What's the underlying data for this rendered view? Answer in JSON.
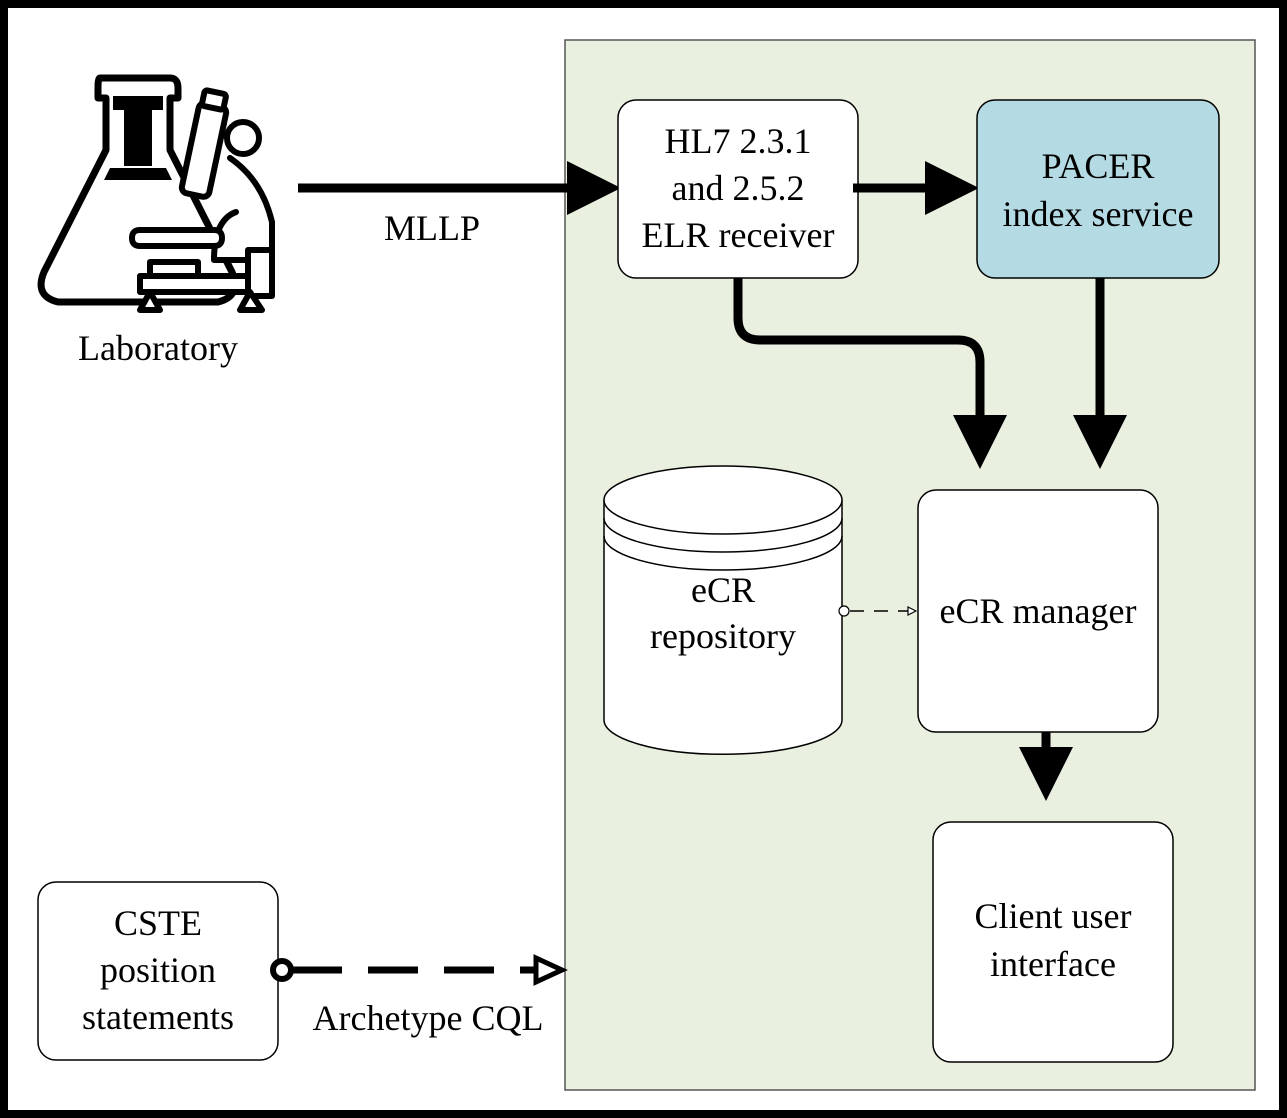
{
  "colors": {
    "frame": "#000000",
    "system_fill": "#e9f0df",
    "box_fill": "#ffffff",
    "highlight_fill": "#b4dae3",
    "line": "#000000"
  },
  "laboratory": {
    "label": "Laboratory",
    "icon": "laboratory-flask-microscope-icon"
  },
  "edges": {
    "mllp": "MLLP",
    "archetype_cql": "Archetype CQL"
  },
  "nodes": {
    "elr_receiver": {
      "line1": "HL7 2.3.1",
      "line2": "and 2.5.2",
      "line3": "ELR receiver"
    },
    "pacer": {
      "line1": "PACER",
      "line2": "index service"
    },
    "ecr_repository": {
      "line1": "eCR",
      "line2": "repository"
    },
    "ecr_manager": {
      "label": "eCR manager"
    },
    "client_ui": {
      "line1": "Client user",
      "line2": "interface"
    },
    "cste": {
      "line1": "CSTE",
      "line2": "position",
      "line3": "statements"
    }
  }
}
